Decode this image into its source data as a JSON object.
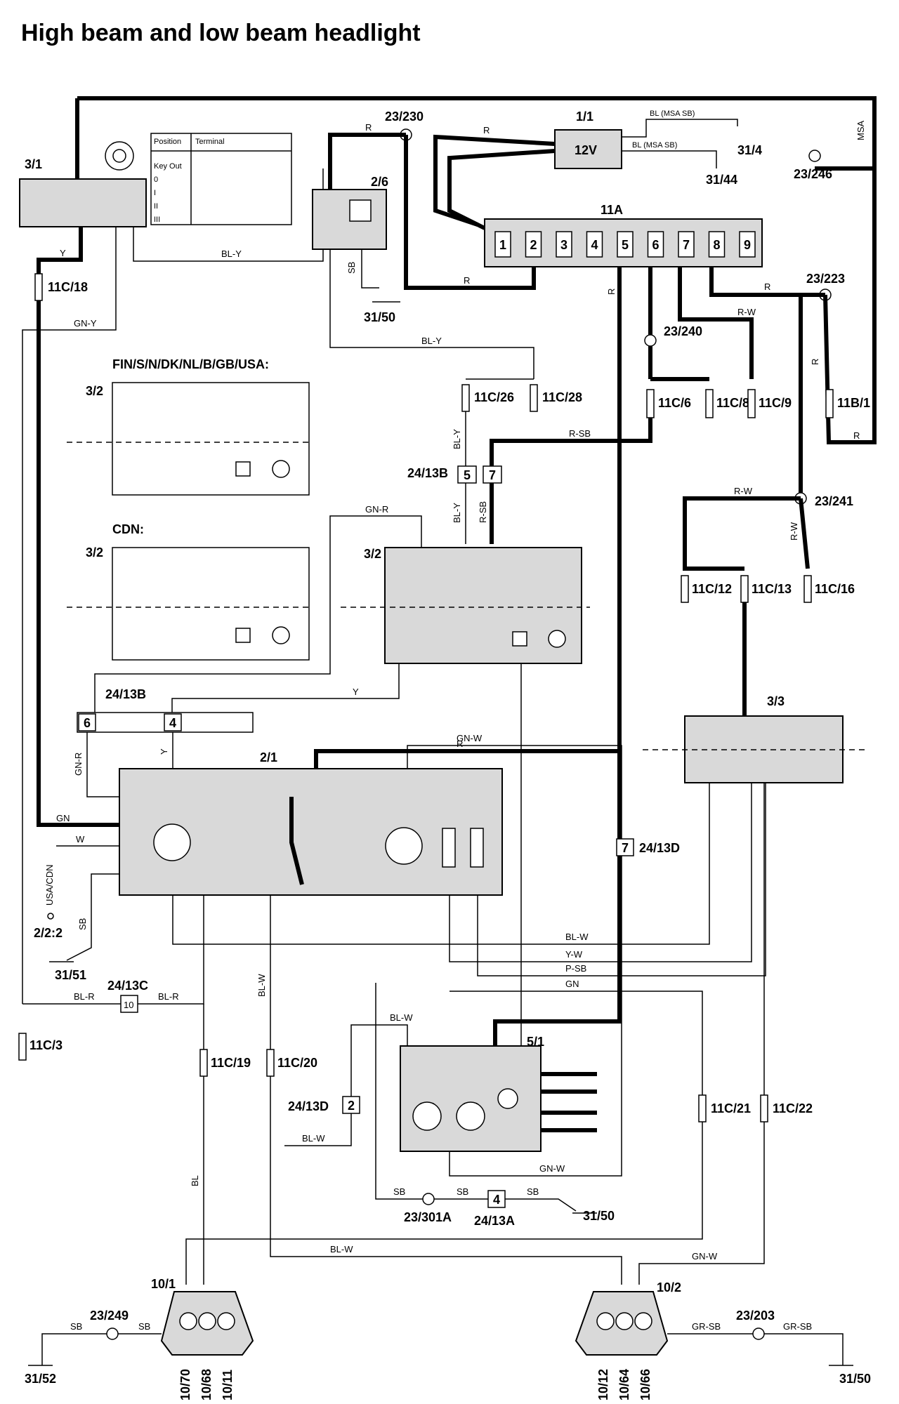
{
  "title": "High beam and low beam headlight",
  "components": {
    "c3_1": "3/1",
    "c2_6": "2/6",
    "c1_1": "1/1",
    "c11A": "11A",
    "c23_230": "23/230",
    "c23_246": "23/246",
    "c23_223": "23/223",
    "c23_240": "23/240",
    "c23_241": "23/241",
    "c31_4": "31/4",
    "c31_44": "31/44",
    "c31_50_top": "31/50",
    "c11C_18": "11C/18",
    "c11C_26": "11C/26",
    "c11C_28": "11C/28",
    "c11C_6": "11C/6",
    "c11C_8": "11C/8",
    "c11C_9": "11C/9",
    "c11B_1": "11B/1",
    "c24_13B_a": "24/13B",
    "c24_13B_b": "24/13B",
    "c3_2_a": "3/2",
    "c3_2_b": "3/2",
    "c3_2_c": "3/2",
    "c11C_12": "11C/12",
    "c11C_13": "11C/13",
    "c11C_16": "11C/16",
    "c3_3": "3/3",
    "c2_1": "2/1",
    "c24_13D_a": "24/13D",
    "c24_13D_b": "24/13D",
    "c2_2_2": "2/2:2",
    "c31_51": "31/51",
    "c24_13C": "24/13C",
    "c11C_3": "11C/3",
    "c11C_19": "11C/19",
    "c11C_20": "11C/20",
    "c5_1": "5/1",
    "c11C_21": "11C/21",
    "c11C_22": "11C/22",
    "c23_301A": "23/301A",
    "c24_13A": "24/13A",
    "c31_50_mid": "31/50",
    "c10_1": "10/1",
    "c10_2": "10/2",
    "c23_249": "23/249",
    "c23_203": "23/203",
    "c31_52": "31/52",
    "c31_50_bot": "31/50",
    "c10_70": "10/70",
    "c10_68": "10/68",
    "c10_11": "10/11",
    "c10_12": "10/12",
    "c10_64": "10/64",
    "c10_66": "10/66"
  },
  "variants": {
    "fin": "FIN/S/N/DK/NL/B/GB/USA:",
    "cdn": "CDN:",
    "usacdn": "USA/CDN"
  },
  "wires": {
    "R": "R",
    "BL_Y": "BL-Y",
    "GN_Y": "GN-Y",
    "Y": "Y",
    "SB": "SB",
    "MSA": "MSA",
    "BL_MSA_SB": "BL (MSA SB)",
    "R_W": "R-W",
    "R_SB": "R-SB",
    "GN_R": "GN-R",
    "GN": "GN",
    "W": "W",
    "GN_W": "GN-W",
    "BL_R": "BL-R",
    "BL_W": "BL-W",
    "Y_W": "Y-W",
    "P_SB": "P-SB",
    "BL": "BL",
    "GR_SB": "GR-SB"
  },
  "ignition_table": {
    "headers": [
      "Position",
      "Terminal"
    ],
    "rows": [
      "Key Out",
      "0",
      "I",
      "II",
      "III"
    ]
  },
  "battery": "12V",
  "fusebox_slots": [
    "1",
    "2",
    "3",
    "4",
    "5",
    "6",
    "7",
    "8",
    "9"
  ],
  "connector_pins": {
    "p24_13B_5": "5",
    "p24_13B_7": "7",
    "p24_13B_6": "6",
    "p24_13B_4": "4",
    "p24_13C": "10",
    "p24_13D_7": "7",
    "p24_13D_2": "2",
    "p24_13A": "4"
  }
}
